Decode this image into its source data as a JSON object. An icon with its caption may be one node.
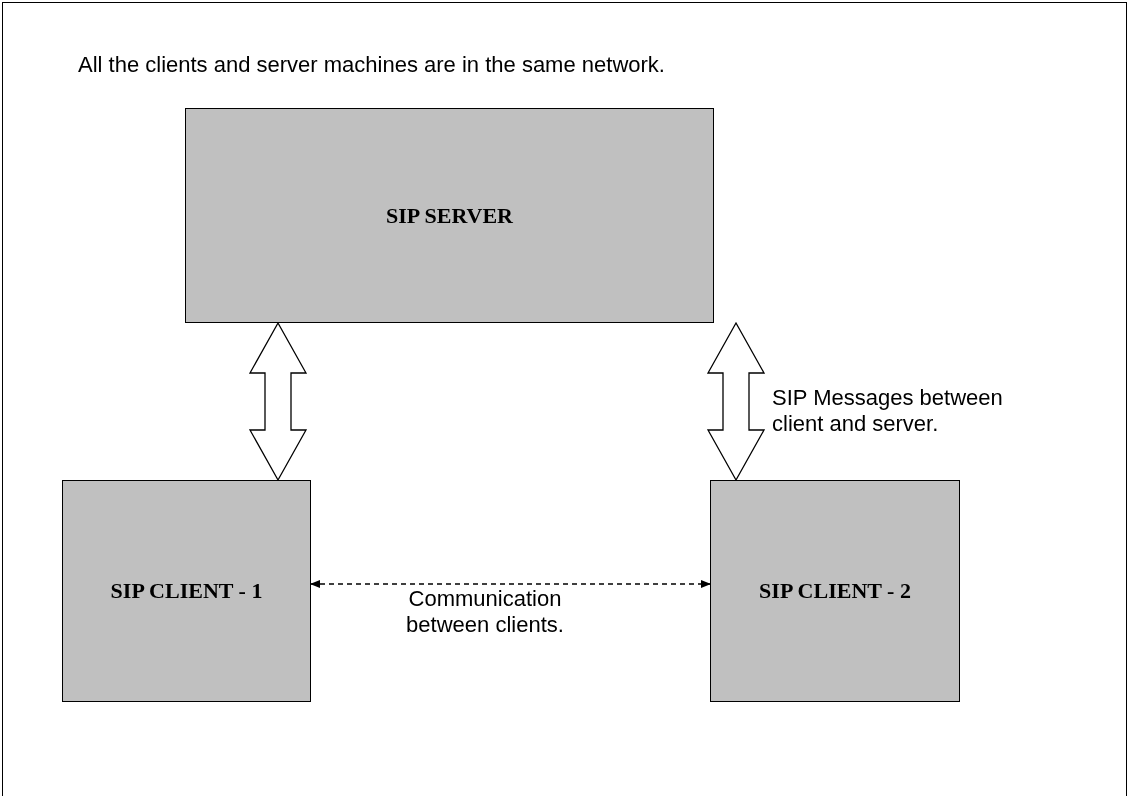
{
  "diagram": {
    "title": "All the clients and server machines are in the same network.",
    "nodes": [
      {
        "text": [
          "SIP SERVER"
        ]
      },
      {
        "text": [
          "SIP CLIENT - 1"
        ]
      },
      {
        "text": [
          "SIP CLIENT - 2"
        ]
      }
    ],
    "edges": [
      {
        "from": 0,
        "to": 1,
        "arrow": "both",
        "style": "thick"
      },
      {
        "from": 0,
        "to": 2,
        "arrow": "both",
        "style": "thick",
        "label": "SIP Messages between client and server."
      },
      {
        "from": 1,
        "to": 2,
        "arrow": "both",
        "style": "dashed",
        "label": "Communication between clients."
      }
    ]
  }
}
